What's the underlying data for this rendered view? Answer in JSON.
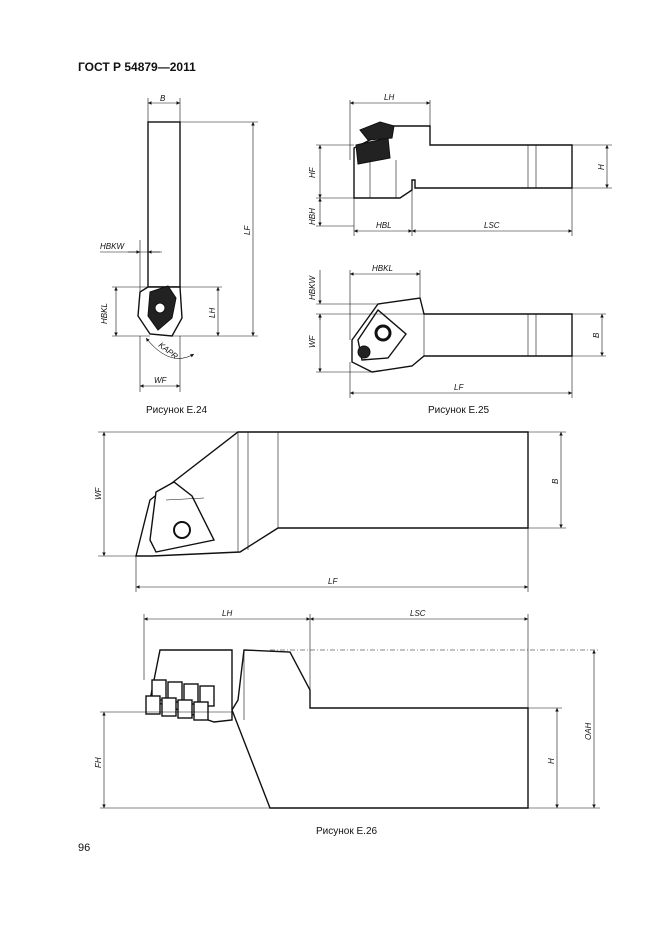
{
  "header": {
    "title": "ГОСТ Р 54879—2011"
  },
  "page_number": "96",
  "captions": {
    "fig24": "Рисунок Е.24",
    "fig25": "Рисунок Е.25",
    "fig26": "Рисунок Е.26"
  },
  "labels": {
    "B": "B",
    "LF": "LF",
    "HBKW": "HBKW",
    "HBKL": "HBKL",
    "LH": "LH",
    "KAPR": "KAPR",
    "WF": "WF",
    "HF": "HF",
    "HBH": "HBH",
    "HBL": "HBL",
    "LSC": "LSC",
    "H": "H",
    "FH": "FH",
    "OAH": "OAH"
  }
}
